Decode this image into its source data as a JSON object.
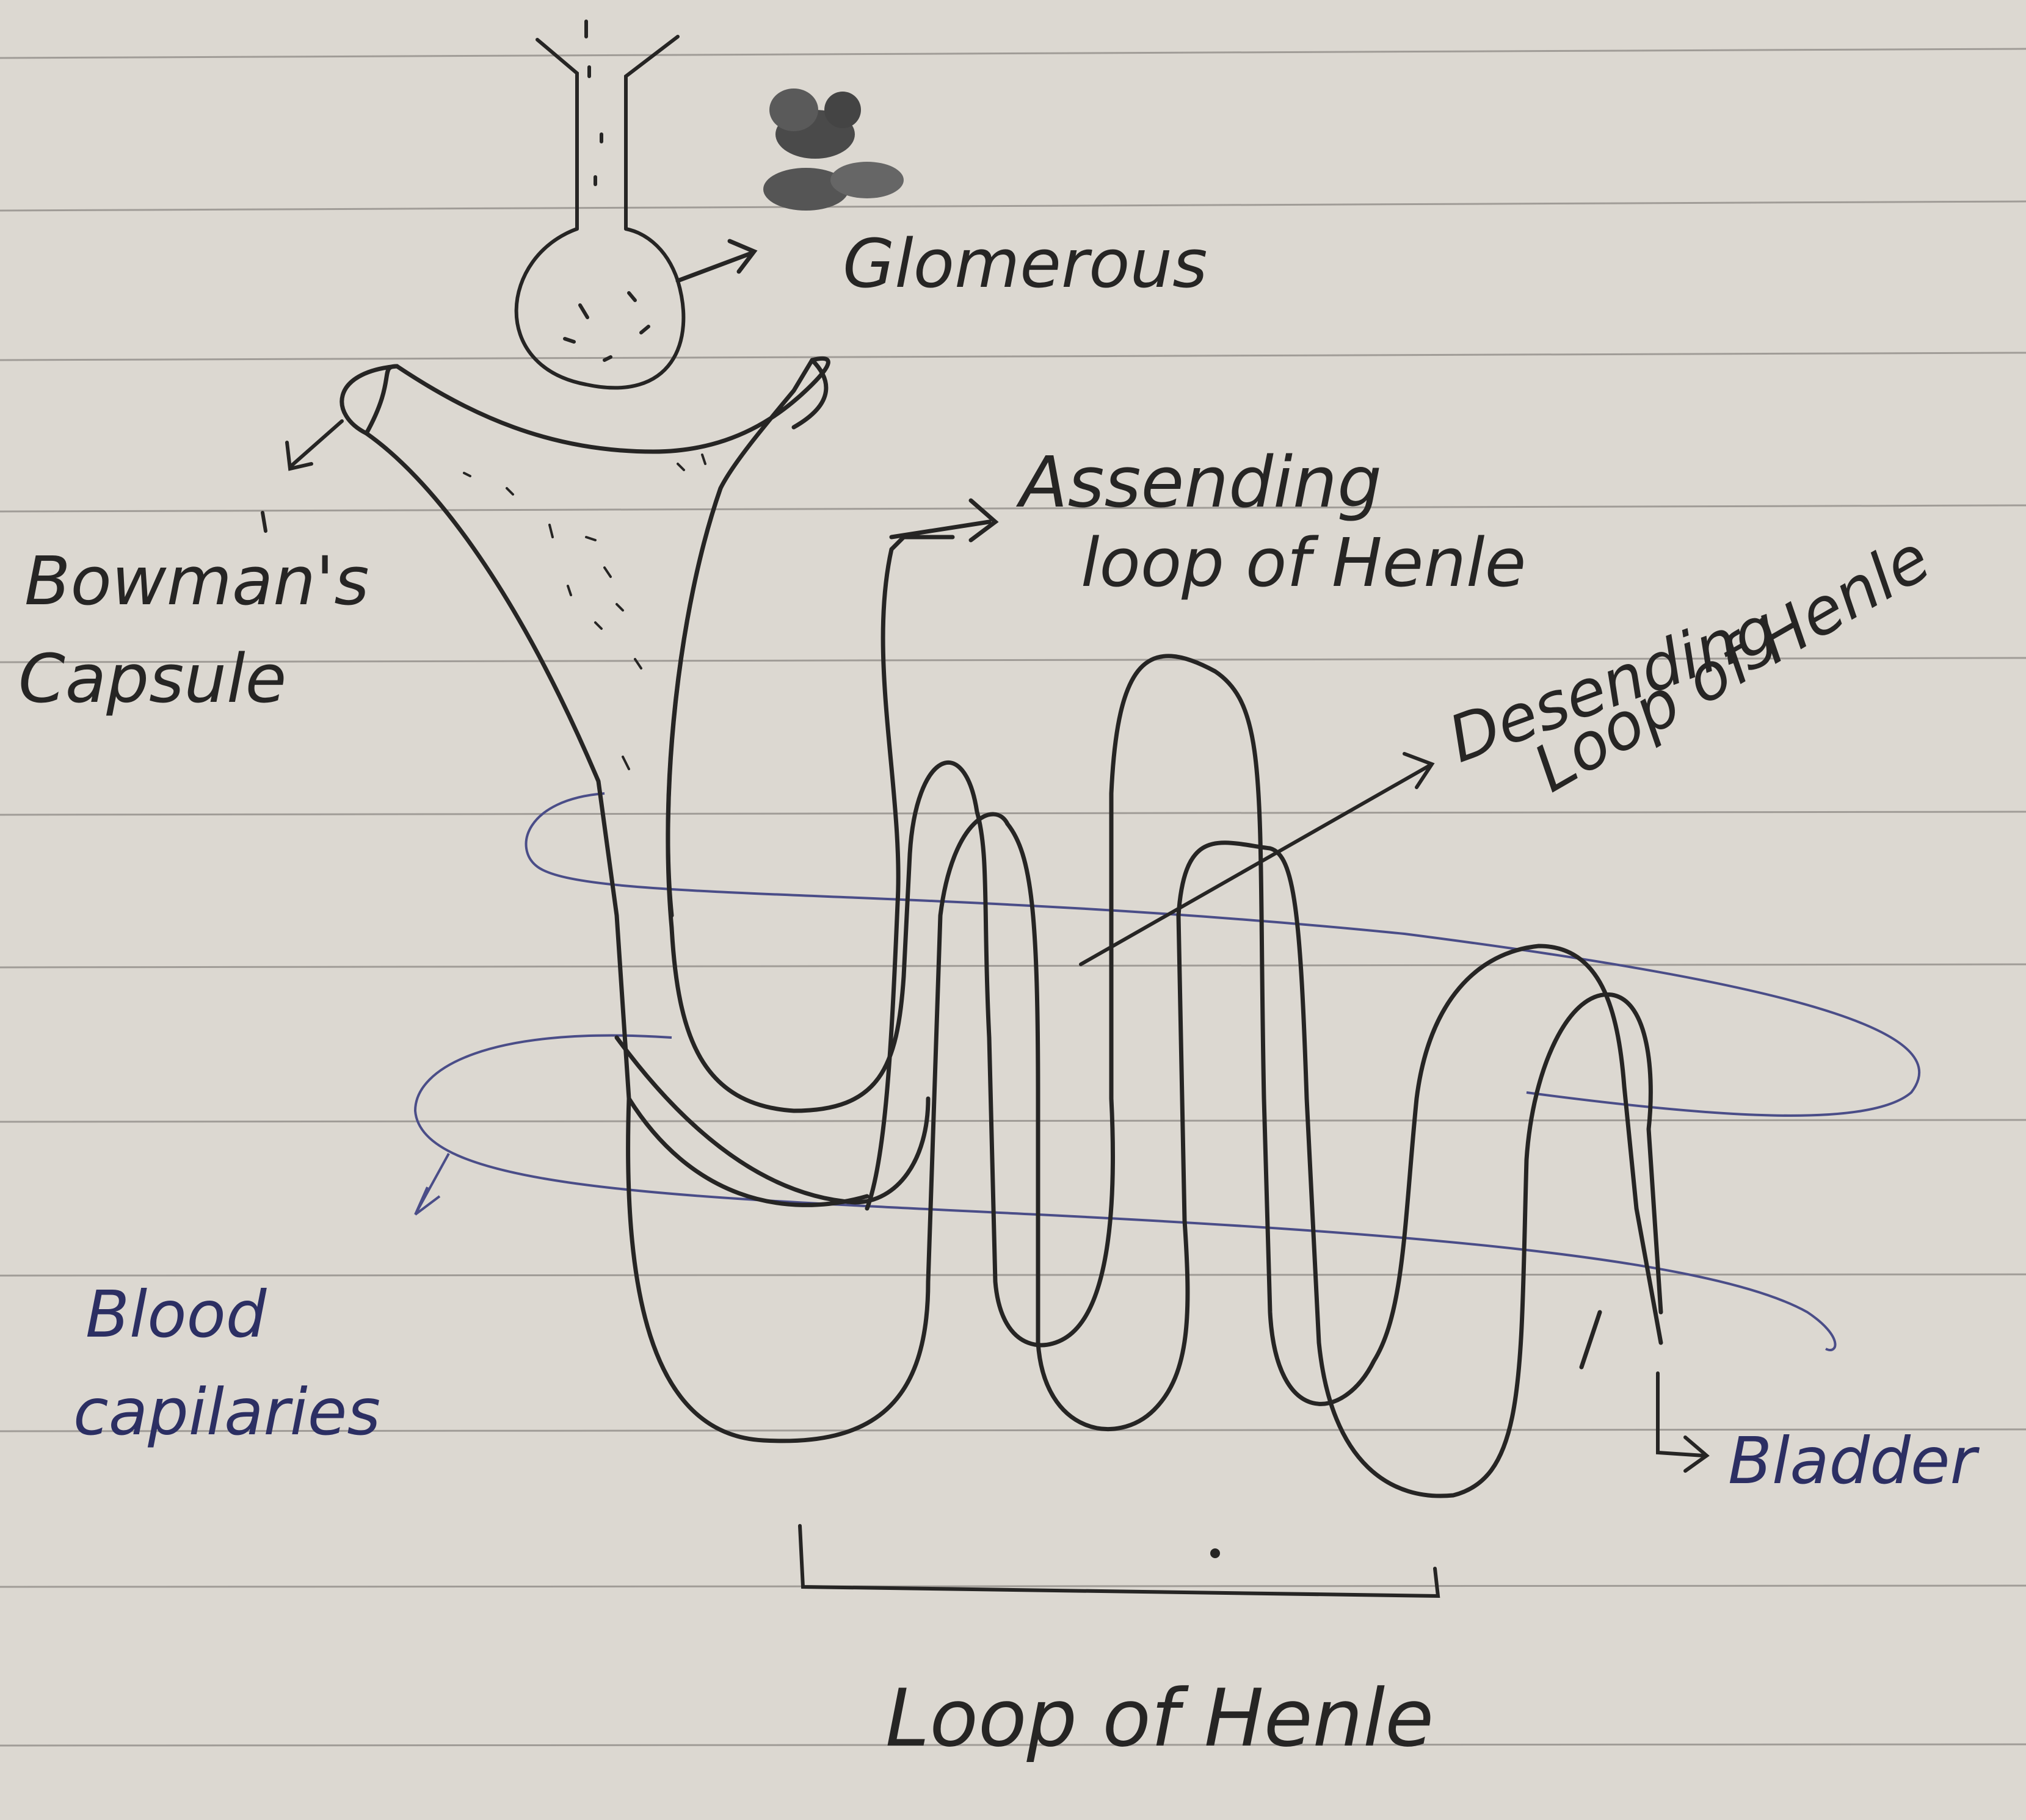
{
  "colors": {
    "paper": "#dcd8d1",
    "ruled_line": "#9a9692",
    "ink_black": "#262524",
    "ink_blue": "#3a3d78"
  },
  "labels": {
    "glomerous": "Glomerous",
    "bowmans_capsule_line1": "Bowman's",
    "bowmans_capsule_line2": "Capsule",
    "ascending_line1": "Assending",
    "ascending_line2": "loop of Henle",
    "descending_line1": "Desending",
    "descending_line2": "Loop of Henle",
    "blood_line1": "Blood",
    "blood_line2": "capilaries",
    "bladder": "Bladder",
    "loop_of_henle": "Loop of Henle"
  }
}
